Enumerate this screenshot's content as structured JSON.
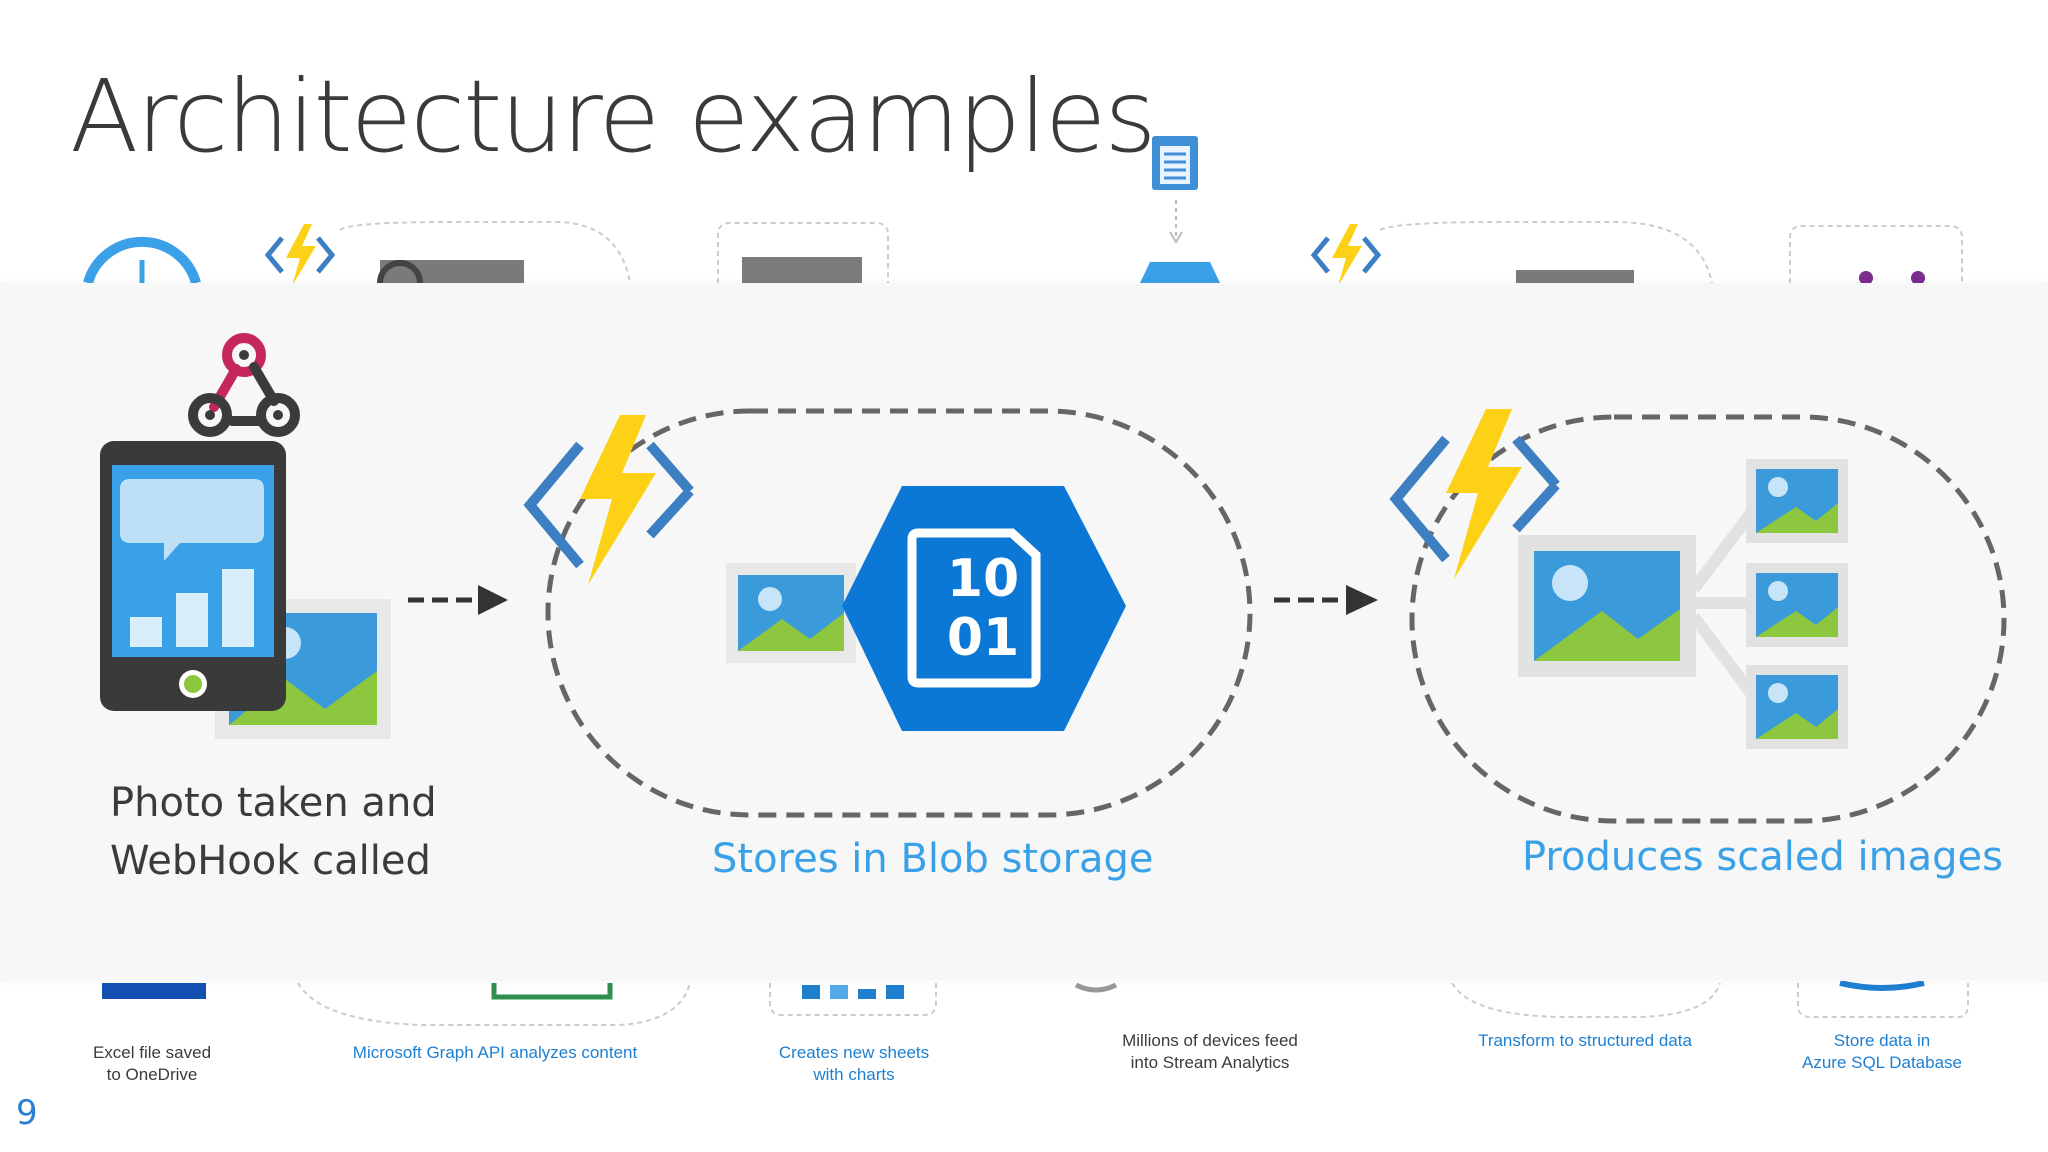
{
  "slide": {
    "title": "Architecture examples",
    "page_number": "9"
  },
  "overlay": {
    "step1": "Photo taken and\nWebHook called",
    "step2": "Stores in Blob storage",
    "step3": "Produces scaled images",
    "blob_top": "10",
    "blob_bottom": "01"
  },
  "background_captions": [
    "Excel file saved\nto OneDrive",
    "Microsoft Graph API analyzes content",
    "Creates new sheets\nwith charts",
    "Millions of devices feed\ninto Stream Analytics",
    "Transform to structured data",
    "Store data in\nAzure SQL Database"
  ],
  "colors": {
    "accent_blue": "#0078d4",
    "label_blue": "#3aa0e8",
    "lightning_yellow": "#fcd116",
    "webhook_pink": "#c4265d"
  },
  "icons": [
    "webhook-icon",
    "phone-icon",
    "function-icon",
    "blob-storage-icon",
    "image-icon"
  ]
}
